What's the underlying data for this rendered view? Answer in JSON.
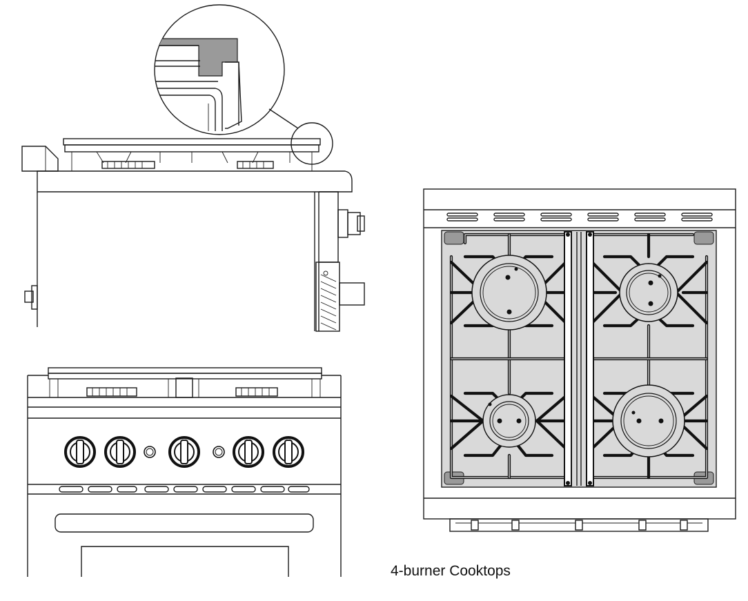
{
  "caption": "4-burner Cooktops",
  "views": {
    "side_view": "side-elevation",
    "detail_view": "grate-corner-detail",
    "front_view": "front-elevation",
    "top_view": "top-plan"
  },
  "front_panel": {
    "knob_count": 5,
    "indicator_light_count": 2
  },
  "top_plan": {
    "burner_count": 4,
    "grate_count": 2
  },
  "colors": {
    "line": "#1a1a1a",
    "fill_grey": "#d9d9d9",
    "corner_grey": "#9a9a9a"
  }
}
